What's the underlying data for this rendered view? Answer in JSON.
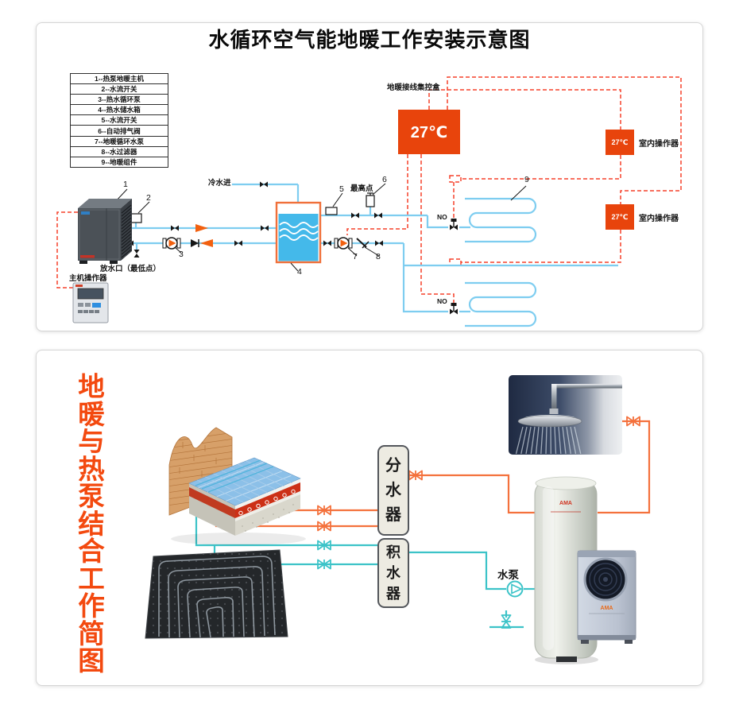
{
  "top": {
    "title": "水循环空气能地暖工作安装示意图",
    "legend": [
      "1--热泵地暖主机",
      "2--水流开关",
      "3--热水循环泵",
      "4--热水储水箱",
      "5--水流开关",
      "6--自动排气阀",
      "7--地暖循环水泵",
      "8--水过滤器",
      "9--地暖组件"
    ],
    "junction_box_label": "地暖接线集控盒",
    "main_temp": "27℃",
    "room_temp": "27℃",
    "room_controller_label": "室内操作器",
    "cold_water_in": "冷水进",
    "highest_point": "最高点",
    "drain_label": "放水口（最低点）",
    "main_controller_label": "主机操作器",
    "no_label": "NO",
    "numbers": [
      "1",
      "2",
      "3",
      "4",
      "5",
      "6",
      "7",
      "8",
      "9"
    ]
  },
  "bottom": {
    "side_title": "地暖与热泵结合工作简图",
    "distributor": "分水器",
    "collector": "积水器",
    "pump_label": "水泵",
    "tank_brand": "AMA",
    "heatpump_brand": "AMA"
  },
  "colors": {
    "accent_orange": "#e8440c",
    "pipe_blue": "#7ecdf0",
    "wire_red": "#f5402a",
    "pipe_orange": "#f4713c",
    "pipe_cyan": "#3cc3c8",
    "side_title_red": "#f3490f"
  }
}
